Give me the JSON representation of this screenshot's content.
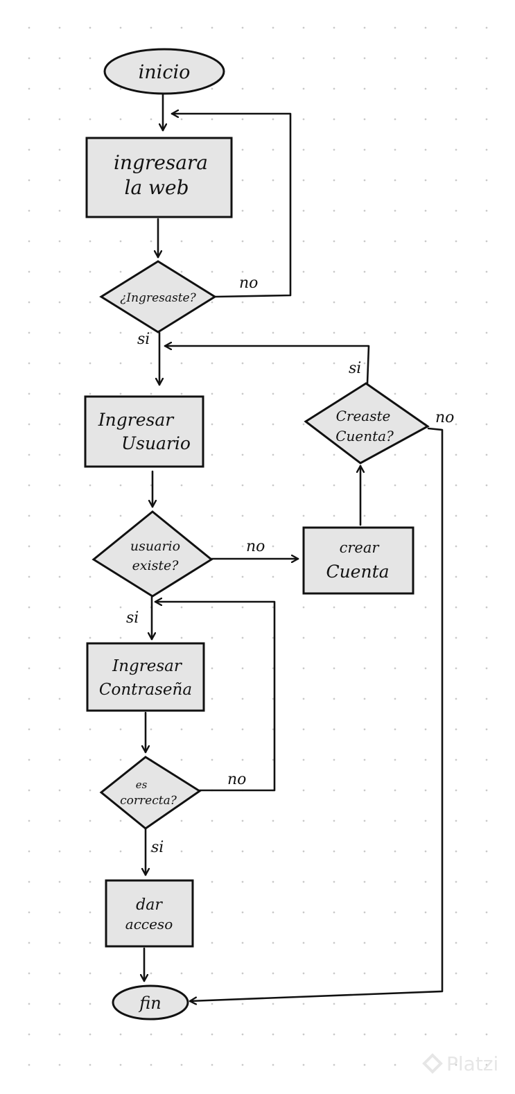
{
  "nodes": {
    "inicio": [
      "inicio"
    ],
    "ingresar_web": [
      "ingresara",
      "la web"
    ],
    "ingresaste": [
      "¿Ingresaste?"
    ],
    "ingresar_usuario": [
      "Ingresar",
      "Usuario"
    ],
    "usuario_existe": [
      "usuario",
      "existe?"
    ],
    "crear_cuenta": [
      "crear",
      "Cuenta"
    ],
    "creaste_cuenta": [
      "Creaste",
      "Cuenta?"
    ],
    "ingresar_contrasena": [
      "Ingresar",
      "Contraseña"
    ],
    "es_correcta": [
      "es",
      "correcta?"
    ],
    "dar_acceso": [
      "dar",
      "acceso"
    ],
    "fin": [
      "fin"
    ]
  },
  "edge_labels": {
    "ingresaste_no": "no",
    "ingresaste_si": "si",
    "creaste_si": "si",
    "creaste_no": "no",
    "usuario_no": "no",
    "usuario_si": "si",
    "correcta_no": "no",
    "correcta_si": "si"
  },
  "watermark": "Platzi"
}
